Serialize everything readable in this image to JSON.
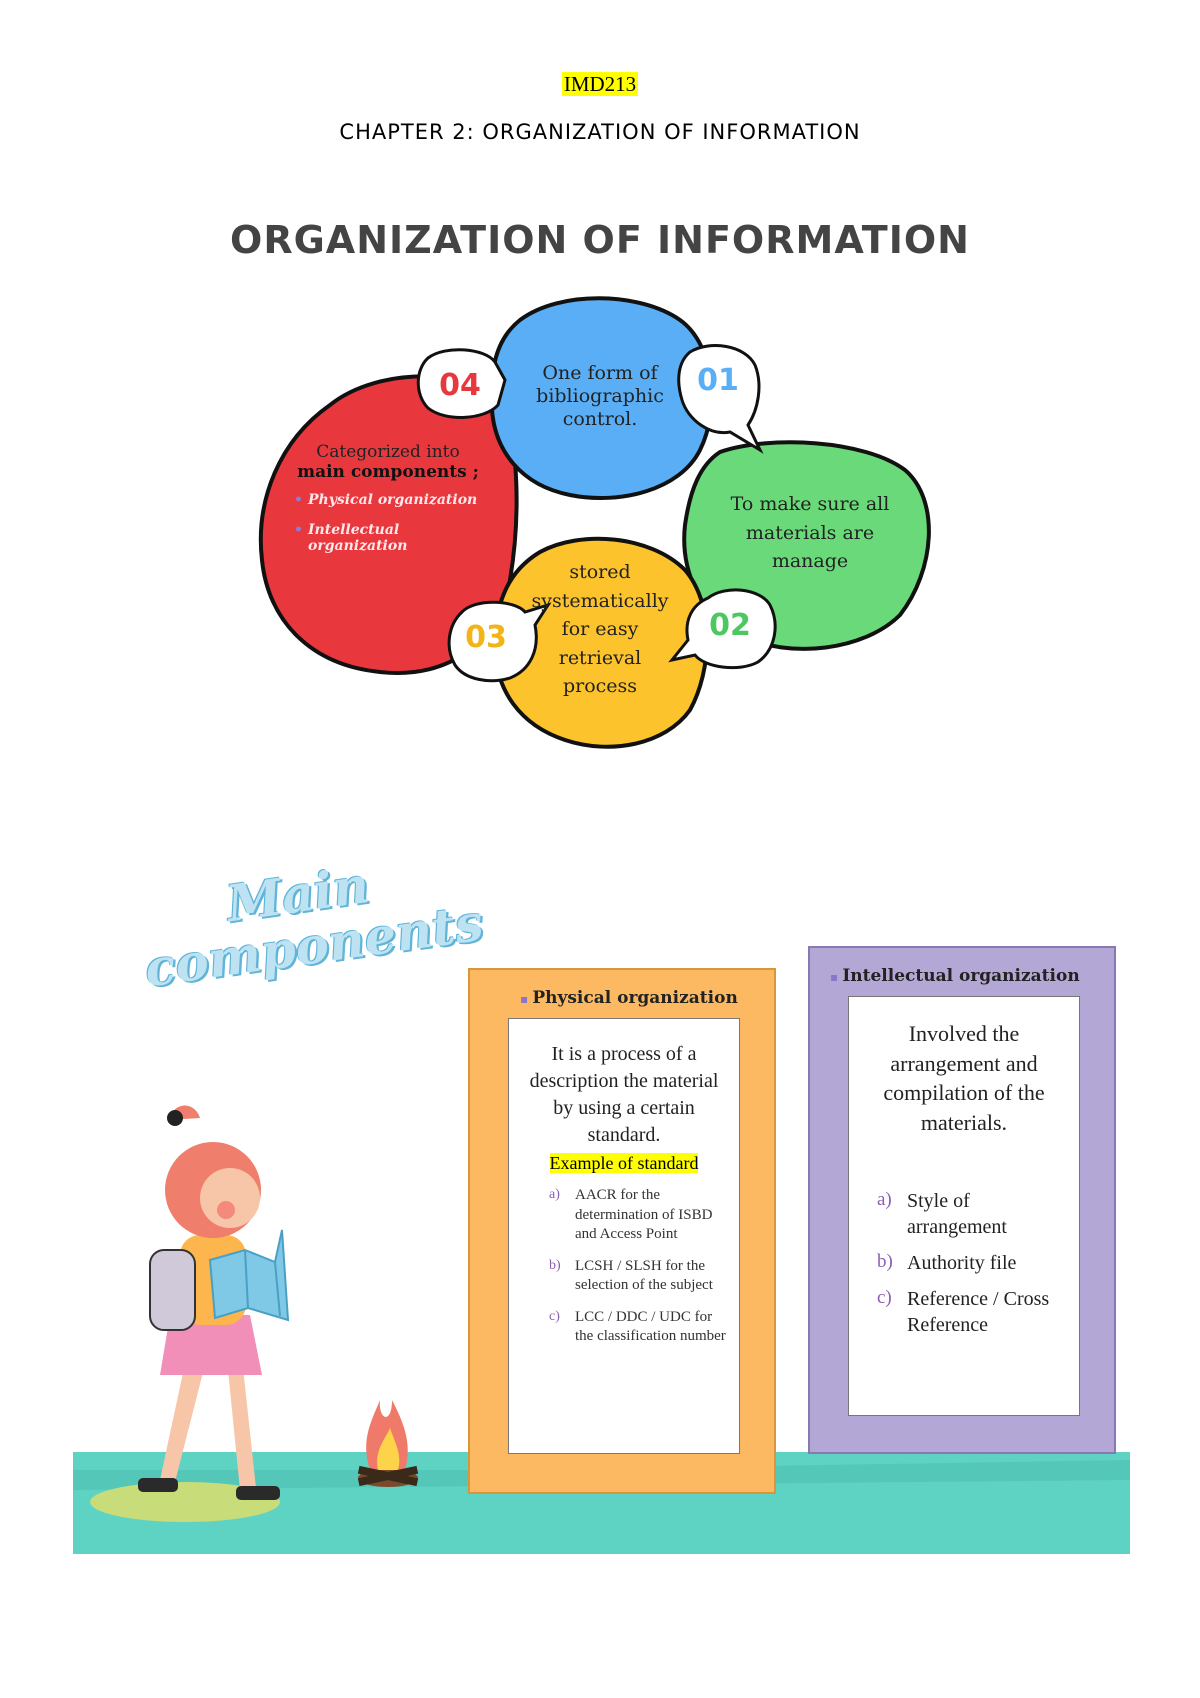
{
  "header": {
    "course_code": "IMD213",
    "chapter_title": "CHAPTER 2: ORGANIZATION OF INFORMATION"
  },
  "diagram": {
    "heading": "ORGANIZATION OF INFORMATION",
    "steps": [
      {
        "number": "01",
        "color": "#5aaef5",
        "lines": [
          "One form of",
          "bibliographic",
          "control."
        ]
      },
      {
        "number": "02",
        "color": "#6ad97a",
        "lines": [
          "To make sure all",
          "materials are",
          "manage"
        ]
      },
      {
        "number": "03",
        "color": "#fdc32d",
        "lines": [
          "stored",
          "systematically",
          "for easy",
          "retrieval",
          "process"
        ]
      },
      {
        "number": "04",
        "color": "#e8383e",
        "intro_line1": "Categorized into",
        "intro_line2": "main components ;",
        "bullets": [
          "Physical organization",
          "Intellectual organization"
        ]
      }
    ]
  },
  "main_components": {
    "title_line1": "Main",
    "title_line2": "components",
    "physical": {
      "heading": "Physical organization",
      "description": "It is a process of a description the material by using a certain standard.",
      "highlight": "Example of standard",
      "items": [
        {
          "marker": "a)",
          "text": "AACR for the determination of ISBD and Access Point"
        },
        {
          "marker": "b)",
          "text": "LCSH / SLSH for the selection of the subject"
        },
        {
          "marker": "c)",
          "text": "LCC / DDC / UDC for the classification number"
        }
      ]
    },
    "intellectual": {
      "heading": "Intellectual organization",
      "description": "Involved the arrangement and compilation of the materials.",
      "items": [
        {
          "marker": "a)",
          "text": "Style of arrangement"
        },
        {
          "marker": "b)",
          "text": "Authority file"
        },
        {
          "marker": "c)",
          "text": "Reference / Cross Reference"
        }
      ]
    }
  },
  "colors": {
    "ground": "#5fd3c3",
    "ground_dark": "#4cc0b0",
    "physical_box": "#fdb961",
    "intellectual_box": "#b3a8d5",
    "highlight": "#ffff00"
  }
}
